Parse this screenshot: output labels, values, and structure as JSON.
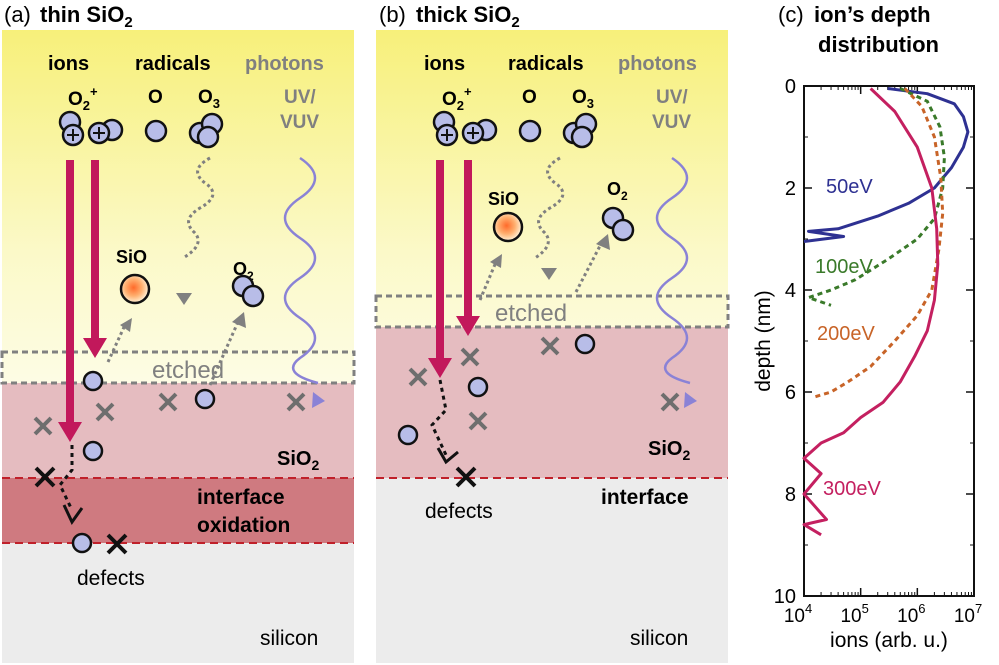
{
  "panel_a": {
    "letter": "(a)",
    "title": "thin SiO",
    "title_sub": "2",
    "labels": {
      "ions": "ions",
      "radicals": "radicals",
      "photons": "photons",
      "o2plus": "O",
      "o2plus_sub": "2",
      "o2plus_sup": "+",
      "o": "O",
      "o3": "O",
      "o3_sub": "3",
      "uv1": "UV/",
      "uv2": "VUV",
      "sio": "SiO",
      "o2": "O",
      "o2_sub": "2",
      "etched": "etched",
      "sio2": "SiO",
      "sio2_sub": "2",
      "interface1": "interface",
      "interface2": "oxidation",
      "defects": "defects",
      "silicon": "silicon"
    }
  },
  "panel_b": {
    "letter": "(b)",
    "title": "thick SiO",
    "title_sub": "2",
    "labels": {
      "ions": "ions",
      "radicals": "radicals",
      "photons": "photons",
      "o2plus": "O",
      "o2plus_sub": "2",
      "o2plus_sup": "+",
      "o": "O",
      "o3": "O",
      "o3_sub": "3",
      "uv1": "UV/",
      "uv2": "VUV",
      "sio": "SiO",
      "o2": "O",
      "o2_sub": "2",
      "etched": "etched",
      "sio2": "SiO",
      "sio2_sub": "2",
      "interface": "interface",
      "defects": "defects",
      "silicon": "silicon"
    }
  },
  "panel_c": {
    "letter": "(c)",
    "title1": "ion’s depth",
    "title2": "distribution"
  },
  "chart_data": {
    "type": "line",
    "xlabel": "ions (arb. u.)",
    "ylabel": "depth (nm)",
    "xscale": "log",
    "xlim": [
      10000,
      10000000
    ],
    "ylim": [
      10,
      0
    ],
    "yticks": [
      "0",
      "2",
      "4",
      "6",
      "8",
      "10"
    ],
    "xticks": [
      {
        "base": "10",
        "exp": "4"
      },
      {
        "base": "10",
        "exp": "5"
      },
      {
        "base": "10",
        "exp": "6"
      },
      {
        "base": "10",
        "exp": "7"
      }
    ],
    "series": [
      {
        "name": "50eV",
        "color": "#2e3192",
        "dash": false,
        "points": [
          [
            300000,
            0.05
          ],
          [
            1500000,
            0.15
          ],
          [
            4500000,
            0.35
          ],
          [
            6500000,
            0.6
          ],
          [
            7800000,
            0.9
          ],
          [
            6500000,
            1.2
          ],
          [
            4000000,
            1.6
          ],
          [
            2000000,
            2.0
          ],
          [
            700000,
            2.3
          ],
          [
            200000,
            2.55
          ],
          [
            40000,
            2.8
          ],
          [
            12000,
            2.85
          ],
          [
            50000,
            2.95
          ],
          [
            10000,
            3.05
          ]
        ]
      },
      {
        "name": "100eV",
        "color": "#3a7a2a",
        "dash": true,
        "points": [
          [
            500000,
            0.05
          ],
          [
            1500000,
            0.3
          ],
          [
            2500000,
            0.8
          ],
          [
            3000000,
            1.4
          ],
          [
            2800000,
            2.0
          ],
          [
            2000000,
            2.6
          ],
          [
            1000000,
            3.0
          ],
          [
            300000,
            3.4
          ],
          [
            80000,
            3.8
          ],
          [
            30000,
            4.0
          ],
          [
            12000,
            4.15
          ],
          [
            30000,
            4.3
          ]
        ]
      },
      {
        "name": "200eV",
        "color": "#c86428",
        "dash": true,
        "points": [
          [
            600000,
            0.05
          ],
          [
            1200000,
            0.4
          ],
          [
            2000000,
            1.0
          ],
          [
            2600000,
            1.8
          ],
          [
            2800000,
            2.5
          ],
          [
            2400000,
            3.2
          ],
          [
            1800000,
            4.0
          ],
          [
            1000000,
            4.5
          ],
          [
            400000,
            5.0
          ],
          [
            150000,
            5.5
          ],
          [
            60000,
            5.8
          ],
          [
            30000,
            6.0
          ],
          [
            15000,
            6.1
          ]
        ]
      },
      {
        "name": "300eV",
        "color": "#c42060",
        "dash": false,
        "points": [
          [
            150000,
            0.05
          ],
          [
            400000,
            0.5
          ],
          [
            1000000,
            1.2
          ],
          [
            1800000,
            2.0
          ],
          [
            2200000,
            2.8
          ],
          [
            2300000,
            3.5
          ],
          [
            2000000,
            4.2
          ],
          [
            1500000,
            4.8
          ],
          [
            900000,
            5.3
          ],
          [
            500000,
            5.8
          ],
          [
            250000,
            6.2
          ],
          [
            100000,
            6.5
          ],
          [
            50000,
            6.8
          ],
          [
            20000,
            7.0
          ],
          [
            10000,
            7.3
          ],
          [
            20000,
            7.6
          ],
          [
            10000,
            8.0
          ],
          [
            25000,
            8.5
          ],
          [
            10000,
            8.6
          ],
          [
            20000,
            8.8
          ]
        ]
      }
    ],
    "annotations": [
      "50eV",
      "100eV",
      "200eV",
      "300eV"
    ]
  }
}
